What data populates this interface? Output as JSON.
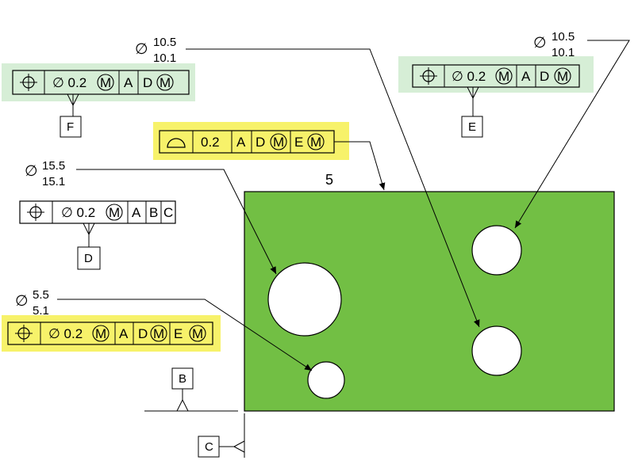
{
  "colors": {
    "plate": "#72bf44",
    "highlight_green": "#d6eed6",
    "highlight_yellow": "#f7f26a"
  },
  "frame_id": "5",
  "dimensions": {
    "hole_top_left": {
      "diameter_symbol": "∅",
      "upper": "15.5",
      "lower": "15.1"
    },
    "hole_small": {
      "diameter_symbol": "∅",
      "upper": "5.5",
      "lower": "5.1"
    },
    "hole_center_top": {
      "diameter_symbol": "∅",
      "upper": "10.5",
      "lower": "10.1"
    },
    "hole_right_top": {
      "diameter_symbol": "∅",
      "upper": "10.5",
      "lower": "10.1"
    }
  },
  "fcf_f": {
    "symbol": "position-icon",
    "tol": "∅ 0.2",
    "mod": "M",
    "datum1": "A",
    "datum2": "D",
    "datum2_mod": "M",
    "datum_label": "F"
  },
  "fcf_profile": {
    "symbol": "profile-of-surface-icon",
    "tol": "0.2",
    "datum1": "A",
    "datum2": "D",
    "datum2_mod": "M",
    "datum3": "E",
    "datum3_mod": "M"
  },
  "fcf_d": {
    "symbol": "position-icon",
    "tol": "∅ 0.2",
    "mod": "M",
    "datum1": "A",
    "datum2": "B",
    "datum3": "C",
    "datum_label": "D"
  },
  "fcf_small": {
    "symbol": "position-icon",
    "tol": "∅ 0.2",
    "mod": "M",
    "datum1": "A",
    "datum2": "D",
    "datum2_mod": "M",
    "datum3": "E",
    "datum3_mod": "M"
  },
  "fcf_e": {
    "symbol": "position-icon",
    "tol": "∅ 0.2",
    "mod": "M",
    "datum1": "A",
    "datum2": "D",
    "datum2_mod": "M",
    "datum_label": "E"
  },
  "datum_b": "B",
  "datum_c": "C"
}
